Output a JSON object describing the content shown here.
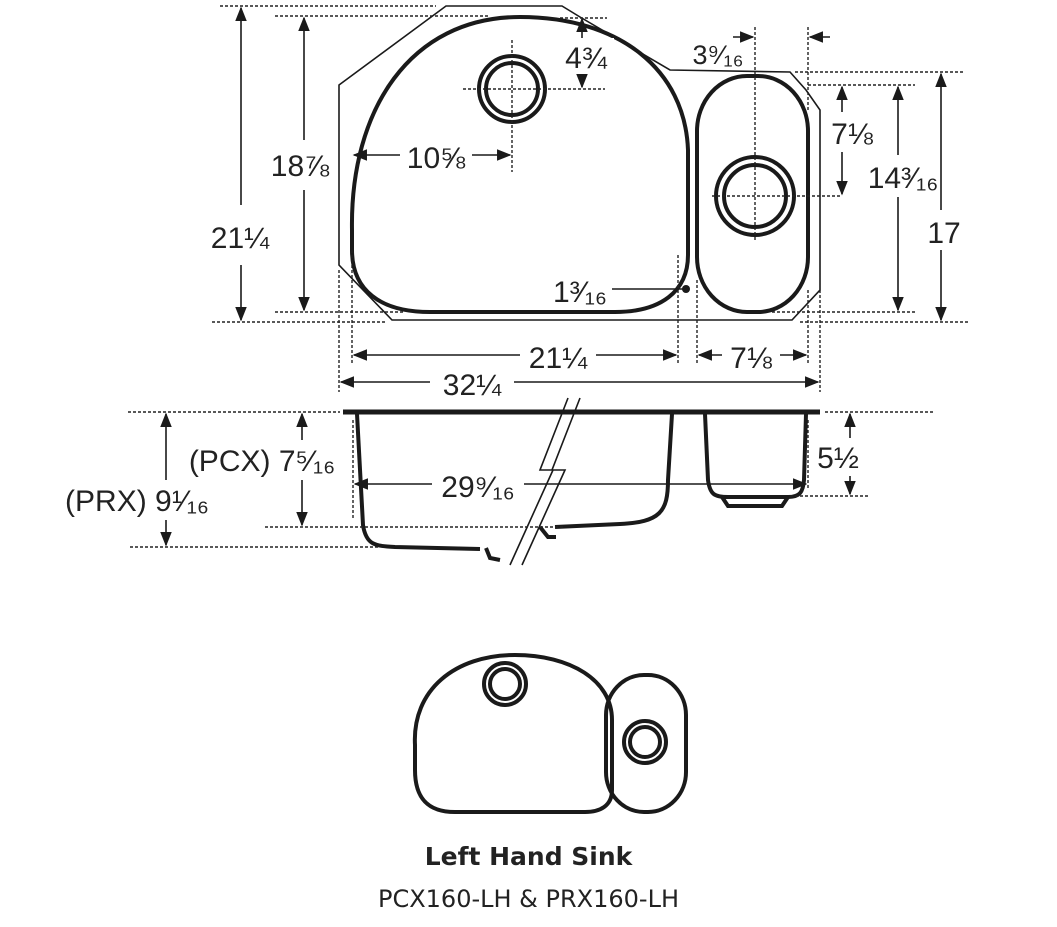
{
  "top_view": {
    "overall_depth": "21¼",
    "bowl_depth": "18⅞",
    "drain_from_left": "10⅝",
    "drain_from_back": "4¾",
    "small_drain_offset": "3⁹⁄₁₆",
    "small_drain_from_back": "7⅛",
    "small_bowl_depth": "14³⁄₁₆",
    "right_side_depth": "17",
    "corner_radius": "1³⁄₁₆",
    "large_bowl_width": "21¼",
    "small_bowl_width": "7⅛",
    "overall_width": "32¼"
  },
  "side_view": {
    "pcx_depth": "(PCX) 7⁵⁄₁₆",
    "prx_depth": "(PRX) 9¹⁄₁₆",
    "bowl_span": "29⁹⁄₁₆",
    "small_bowl_depth": "5½"
  },
  "caption": {
    "title": "Left Hand Sink",
    "models": "PCX160-LH & PRX160-LH"
  }
}
